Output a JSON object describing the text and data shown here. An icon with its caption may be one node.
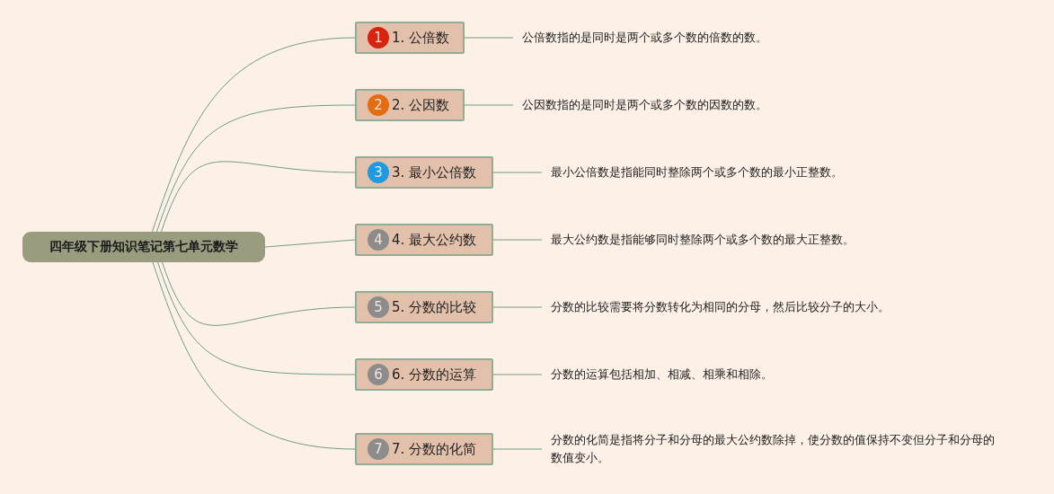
{
  "diagram": {
    "nodes": [
      {
        "text": [
          "四年级下册知识笔记第七单元数学"
        ]
      },
      {
        "text": [
          "1",
          "1. 公倍数"
        ]
      },
      {
        "text": [
          "2",
          "2. 公因数"
        ]
      },
      {
        "text": [
          "3",
          "3. 最小公倍数"
        ]
      },
      {
        "text": [
          "4",
          "4. 最大公约数"
        ]
      },
      {
        "text": [
          "5",
          "5. 分数的比较"
        ]
      },
      {
        "text": [
          "6",
          "6. 分数的运算"
        ]
      },
      {
        "text": [
          "7",
          "7. 分数的化简"
        ]
      },
      {
        "text": [
          "公倍数指的是同时是两个或多个数的倍数的数。"
        ]
      },
      {
        "text": [
          "公因数指的是同时是两个或多个数的因数的数。"
        ]
      },
      {
        "text": [
          "最小公倍数是指能同时整除两个或多个数的最小正整数。"
        ]
      },
      {
        "text": [
          "最大公约数是指能够同时整除两个或多个数的最大正整数。"
        ]
      },
      {
        "text": [
          "分数的比较需要将分数转化为相同的分母，然后比较分子的大小。"
        ]
      },
      {
        "text": [
          "分数的运算包括相加、相减、相乘和相除。"
        ]
      },
      {
        "text": [
          "分数的化简是指将分子和分母的最大公约数除掉，使分数的值保持不变但分子和分母的数值变小。"
        ]
      }
    ],
    "edges": [
      {
        "from": 0,
        "to": 1,
        "arrow": "none"
      },
      {
        "from": 0,
        "to": 2,
        "arrow": "none"
      },
      {
        "from": 0,
        "to": 3,
        "arrow": "none"
      },
      {
        "from": 0,
        "to": 4,
        "arrow": "none"
      },
      {
        "from": 0,
        "to": 5,
        "arrow": "none"
      },
      {
        "from": 0,
        "to": 6,
        "arrow": "none"
      },
      {
        "from": 0,
        "to": 7,
        "arrow": "none"
      },
      {
        "from": 1,
        "to": 8,
        "arrow": "none"
      },
      {
        "from": 2,
        "to": 9,
        "arrow": "none"
      },
      {
        "from": 3,
        "to": 10,
        "arrow": "none"
      },
      {
        "from": 4,
        "to": 11,
        "arrow": "none"
      },
      {
        "from": 5,
        "to": 12,
        "arrow": "none"
      },
      {
        "from": 6,
        "to": 13,
        "arrow": "none"
      },
      {
        "from": 7,
        "to": 14,
        "arrow": "none"
      }
    ]
  }
}
